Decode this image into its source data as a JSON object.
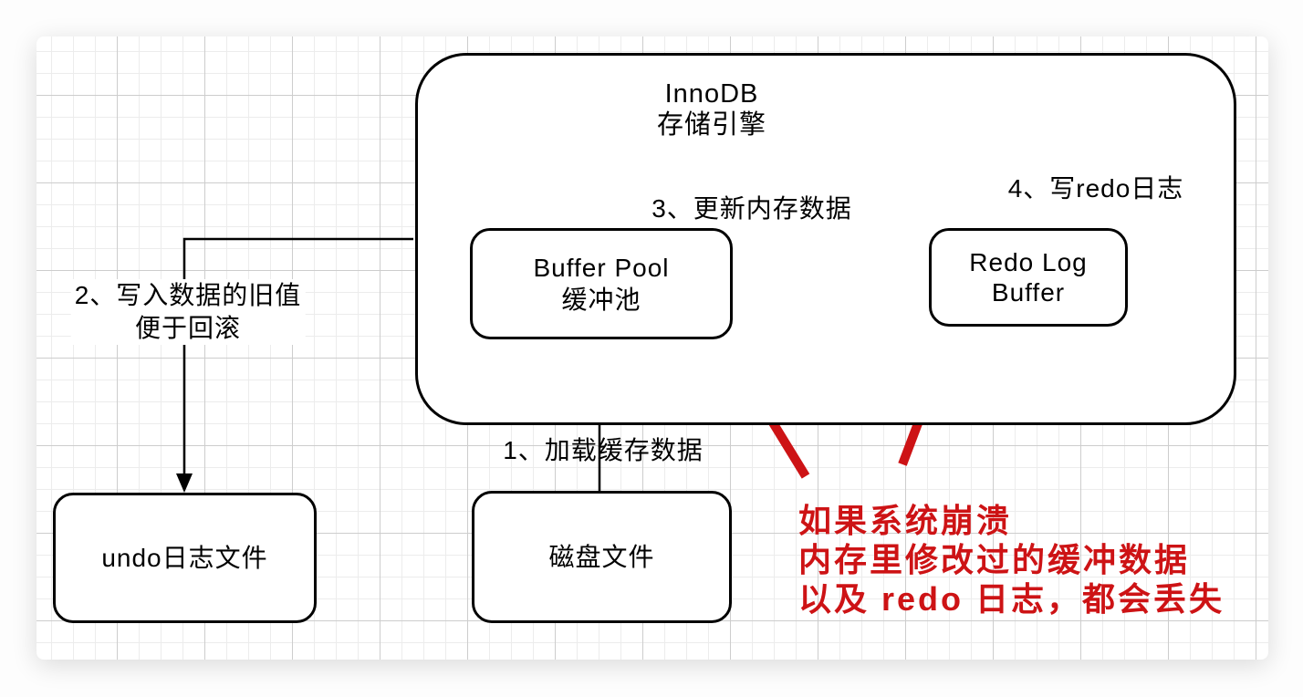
{
  "diagram": {
    "container": {
      "title_line1": "InnoDB",
      "title_line2": "存储引擎"
    },
    "nodes": {
      "buffer_pool": {
        "line1": "Buffer Pool",
        "line2": "缓冲池"
      },
      "redo_log_buffer": {
        "line1": "Redo Log",
        "line2": "Buffer"
      },
      "undo_log_file": {
        "label": "undo日志文件"
      },
      "disk_file": {
        "label": "磁盘文件"
      }
    },
    "edge_labels": {
      "step1": "1、加载缓存数据",
      "step2_line1": "2、写入数据的旧值",
      "step2_line2": "便于回滚",
      "step3": "3、更新内存数据",
      "step4": "4、写redo日志"
    },
    "warning": {
      "line1": "如果系统崩溃",
      "line2": "内存里修改过的缓冲数据",
      "line3": "以及 redo 日志，都会丢失"
    },
    "colors": {
      "line": "#000000",
      "warning_red": "#cd1315",
      "node_fill": "#ffffff",
      "grid_minor": "#ececec",
      "grid_major": "#cdcdcd"
    }
  }
}
